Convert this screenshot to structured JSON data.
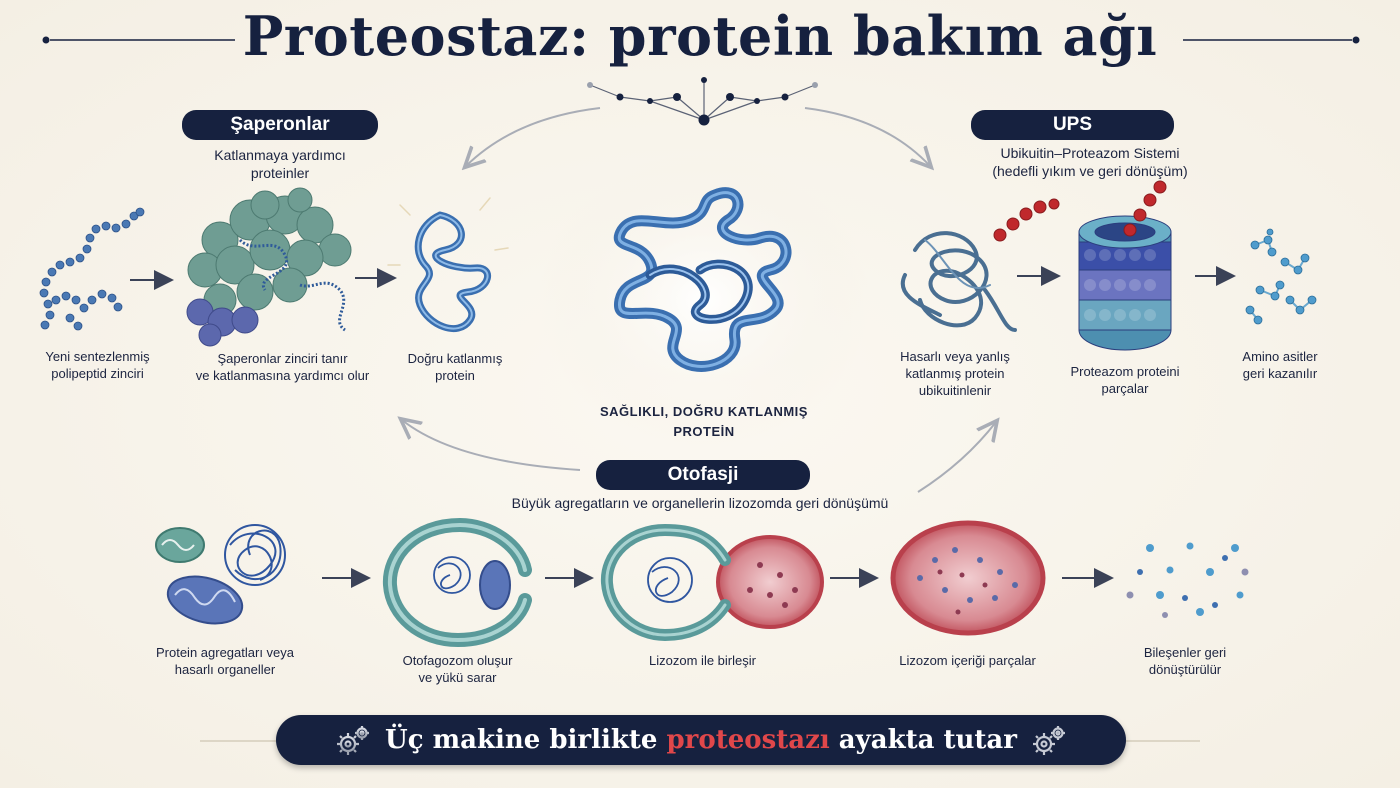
{
  "title": "Proteostaz: protein bakım ağı",
  "center": {
    "caption_line1": "SAĞLIKLI, DOĞRU KATLANMIŞ",
    "caption_line2": "PROTEİN"
  },
  "chaperones": {
    "label": "Şaperonlar",
    "subtitle_line1": "Katlanmaya yardımcı",
    "subtitle_line2": "proteinler",
    "steps": [
      {
        "line1": "Yeni sentezlenmiş",
        "line2": "polipeptid zinciri"
      },
      {
        "line1": "Şaperonlar zinciri tanır",
        "line2": "ve katlanmasına yardımcı olur"
      },
      {
        "line1": "Doğru katlanmış",
        "line2": "protein"
      }
    ]
  },
  "ups": {
    "label": "UPS",
    "subtitle_line1": "Ubikuitin–Proteazom Sistemi",
    "subtitle_line2": "(hedefli yıkım ve geri dönüşüm)",
    "steps": [
      {
        "line1": "Hasarlı veya yanlış",
        "line2": "katlanmış protein",
        "line3": "ubikuitinlenir"
      },
      {
        "line1": "Proteazom proteini",
        "line2": "parçalar"
      },
      {
        "line1": "Amino asitler",
        "line2": "geri kazanılır"
      }
    ]
  },
  "autophagy": {
    "label": "Otofasji",
    "subtitle": "Büyük agregatların ve organellerin lizozomda geri dönüşümü",
    "steps": [
      {
        "line1": "Protein agregatları veya",
        "line2": "hasarlı organeller"
      },
      {
        "line1": "Otofagozom oluşur",
        "line2": "ve yükü sarar"
      },
      {
        "line1": "Lizozom ile birleşir",
        "line2": ""
      },
      {
        "line1": "Lizozom içeriği parçalar",
        "line2": ""
      },
      {
        "line1": "Bileşenler geri",
        "line2": "dönüştürülür"
      }
    ]
  },
  "banner": {
    "before": "Üç makine birlikte ",
    "highlight": "proteostazı",
    "after": " ayakta tutar"
  },
  "icons": {
    "left": "gears-icon",
    "right": "gears-icon"
  },
  "colors": {
    "navy": "#16213f",
    "protein_blue": "#3a6fb0",
    "chaperone_green": "#5f8f86",
    "ubiquitin_red": "#c0282c",
    "lysosome_red": "#c44a55",
    "autophagosome_teal": "#5a9a9a"
  }
}
